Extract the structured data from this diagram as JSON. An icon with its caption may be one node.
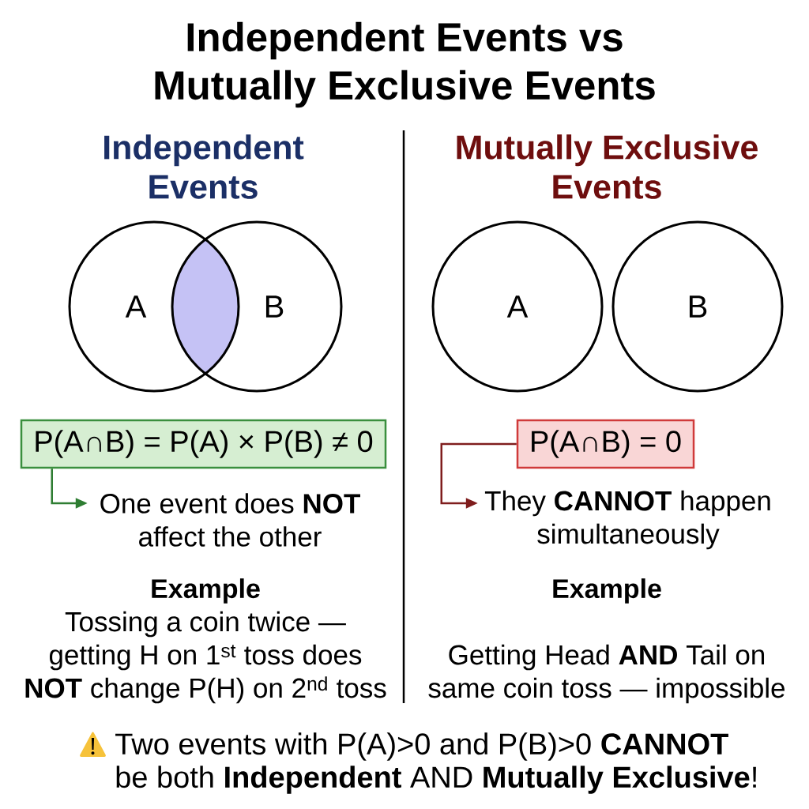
{
  "diagram": {
    "title": "Independent Events vs Mutually Exclusive Events",
    "nodes": [
      {
        "text": [
          "A"
        ]
      },
      {
        "text": [
          "B"
        ]
      },
      {
        "text": [
          "A"
        ]
      },
      {
        "text": [
          "B"
        ]
      },
      {
        "text": [
          "P(A∩B) = P(A) × P(B) ≠ 0"
        ]
      },
      {
        "text": [
          "One event does **NOT** affect the other"
        ]
      },
      {
        "text": [
          "P(A∩B) = 0"
        ]
      },
      {
        "text": [
          "They **CANNOT** happen simultaneously"
        ]
      }
    ],
    "edges": [
      {
        "from": 4,
        "to": 5,
        "arrow": "to",
        "color": "#2e7d32"
      },
      {
        "from": 6,
        "to": 7,
        "arrow": "to",
        "color": "#7f1d1d"
      }
    ],
    "labels": [
      "Independent Events",
      "Mutually Exclusive Events",
      "Example",
      "Tossing a coin twice — getting H on 1$^{st}$ toss does **NOT** change P(H) on 2$^{nd}$ toss",
      "Example",
      "Getting Head **AND** Tail on same coin toss — impossible",
      "Two events with P(A)>0 and P(B)>0 **CANNOT** be both **Independent** AND **Mutually Exclusive**!"
    ]
  }
}
